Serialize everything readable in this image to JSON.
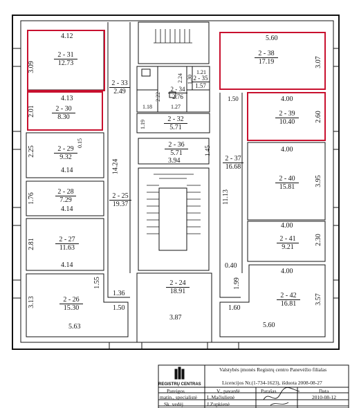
{
  "rooms": {
    "r31": {
      "code": "2 - 31",
      "area": "12.73"
    },
    "r30": {
      "code": "2 - 30",
      "area": "8.30"
    },
    "r29": {
      "code": "2 - 29",
      "area": "9.32"
    },
    "r28": {
      "code": "2 - 28",
      "area": "7.29"
    },
    "r27": {
      "code": "2 - 27",
      "area": "11.63"
    },
    "r26": {
      "code": "2 - 26",
      "area": "15.30"
    },
    "r25": {
      "code": "2 - 25",
      "area": "19.37"
    },
    "r33": {
      "code": "2 - 33",
      "area": "2.49"
    },
    "r34": {
      "code": "2 - 34",
      "area": "2.76"
    },
    "r35": {
      "code": "2 - 35",
      "area": "1.57"
    },
    "r32": {
      "code": "2 - 32",
      "area": "5.71"
    },
    "r36": {
      "code": "2 - 36",
      "area": "5.71"
    },
    "r24": {
      "code": "2 - 24",
      "area": "18.91"
    },
    "r38": {
      "code": "2 - 38",
      "area": "17.19"
    },
    "r39": {
      "code": "2 - 39",
      "area": "10.40"
    },
    "r37": {
      "code": "2 - 37",
      "area": "16.68"
    },
    "r40": {
      "code": "2 - 40",
      "area": "15.81"
    },
    "r41": {
      "code": "2 - 41",
      "area": "9.21"
    },
    "r42": {
      "code": "2 - 42",
      "area": "16.81"
    }
  },
  "dims": {
    "d412": "4.12",
    "d309": "3.09",
    "d413": "4.13",
    "d201": "2.01",
    "d015": "0.15",
    "d225": "2.25",
    "d414a": "4.14",
    "d176": "1.76",
    "d414b": "4.14",
    "d281": "2.81",
    "d414c": "4.14",
    "d313": "3.13",
    "d155": "1.55",
    "d136": "1.36",
    "d150a": "1.50",
    "d563": "5.63",
    "d1424": "14.24",
    "d222": "2.22",
    "d224": "2.24",
    "d121": "1.21",
    "d130": "1.30",
    "d118": "1.18",
    "d127": "1.27",
    "d119": "1.19",
    "d394": "3.94",
    "d145": "1.45",
    "d387": "3.87",
    "d560a": "5.60",
    "d307": "3.07",
    "d150b": "1.50",
    "d400a": "4.00",
    "d260": "2.60",
    "d400b": "4.00",
    "d395": "3.95",
    "d1113": "11.13",
    "d400c": "4.00",
    "d230": "2.30",
    "d040": "0.40",
    "d400d": "4.00",
    "d199": "1.99",
    "d357": "3.57",
    "d160": "1.60",
    "d560b": "5.60"
  },
  "stamp": {
    "org": "Valstybės įmonės Registrų centro Panevėžio filialas",
    "license": "Licencijos Nr.(1-734-1623), išduota 2008-08-27",
    "logo": "REGISTRŲ CENTRAS",
    "col_role": "Pareigos",
    "col_name": "V., pavardė",
    "col_sign": "Parašas",
    "col_date": "Data",
    "role1": "matin., specialistė",
    "name1": "L.Mačiulienė",
    "date1": "2010-08-12",
    "role2": "Sk. vedėj",
    "name2": "J.Zupkienė"
  },
  "colors": {
    "highlight": "#c8102e",
    "line": "#111111"
  }
}
